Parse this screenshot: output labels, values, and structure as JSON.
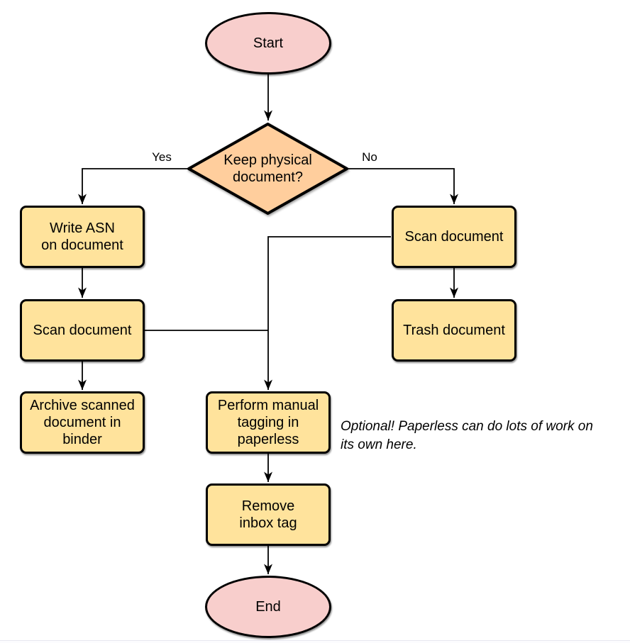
{
  "diagram": {
    "type": "flowchart",
    "colors": {
      "terminal_fill": "#f8cecc",
      "decision_fill": "#ffce9d",
      "process_fill": "#ffe39c",
      "stroke": "#000000",
      "background": "#ffffff"
    },
    "nodes": {
      "start": {
        "shape": "ellipse",
        "label": "Start"
      },
      "decision": {
        "shape": "diamond",
        "label": "Keep physical\ndocument?"
      },
      "write_asn": {
        "shape": "process",
        "label": "Write ASN\non document"
      },
      "scan_left": {
        "shape": "process",
        "label": "Scan document"
      },
      "archive": {
        "shape": "process",
        "label": "Archive scanned\ndocument in\nbinder"
      },
      "scan_right": {
        "shape": "process",
        "label": "Scan document"
      },
      "trash": {
        "shape": "process",
        "label": "Trash document"
      },
      "tagging": {
        "shape": "process",
        "label": "Perform manual\ntagging in\npaperless"
      },
      "remove_inbox": {
        "shape": "process",
        "label": "Remove\ninbox tag"
      },
      "end": {
        "shape": "ellipse",
        "label": "End"
      }
    },
    "edge_labels": {
      "yes": "Yes",
      "no": "No"
    },
    "edges": [
      {
        "from": "start",
        "to": "decision",
        "label": ""
      },
      {
        "from": "decision",
        "to": "write_asn",
        "label": "Yes"
      },
      {
        "from": "decision",
        "to": "scan_right",
        "label": "No"
      },
      {
        "from": "write_asn",
        "to": "scan_left",
        "label": ""
      },
      {
        "from": "scan_left",
        "to": "archive",
        "label": ""
      },
      {
        "from": "scan_left",
        "to": "tagging",
        "label": ""
      },
      {
        "from": "scan_right",
        "to": "trash",
        "label": ""
      },
      {
        "from": "scan_right",
        "to": "tagging",
        "label": ""
      },
      {
        "from": "tagging",
        "to": "remove_inbox",
        "label": ""
      },
      {
        "from": "remove_inbox",
        "to": "end",
        "label": ""
      }
    ],
    "annotation": "Optional! Paperless can do lots of work on\nits own here."
  }
}
